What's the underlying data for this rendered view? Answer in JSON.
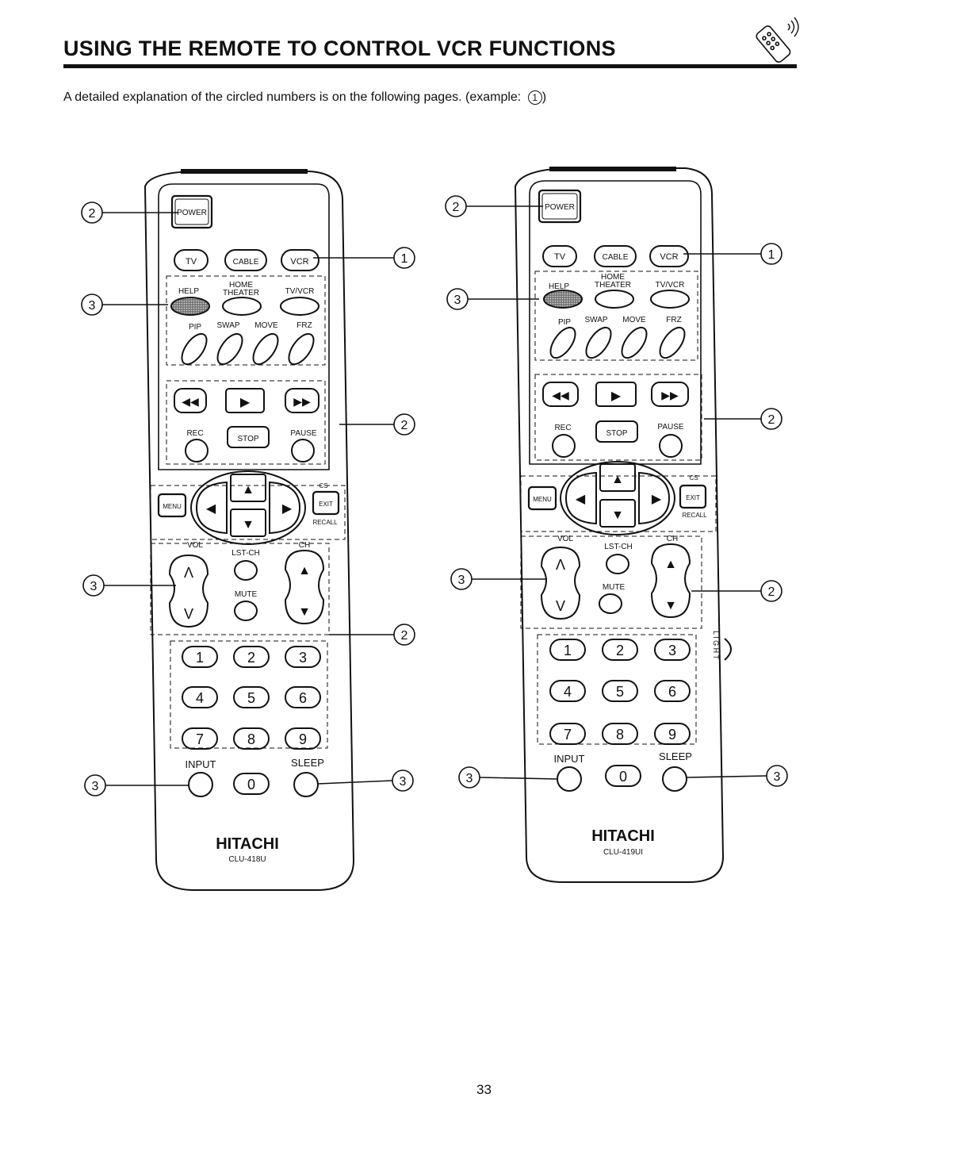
{
  "header": {
    "title": "USING THE REMOTE TO CONTROL VCR FUNCTIONS",
    "intro": "A detailed explanation of the circled numbers is on the following pages. (example: ",
    "example_num": "1",
    "intro_end": ")"
  },
  "header_icon": "remote-control-icon",
  "remotes": [
    {
      "brand": "HITACHI",
      "model": "CLU-418U",
      "labels": {
        "power": "POWER",
        "tv": "TV",
        "cable": "CABLE",
        "vcr": "VCR",
        "help": "HELP",
        "home": "HOME",
        "theater": "THEATER",
        "tvvcr": "TV/VCR",
        "pip": "PIP",
        "swap": "SWAP",
        "move": "MOVE",
        "frz": "FRZ",
        "rec": "REC",
        "stop": "STOP",
        "pause": "PAUSE",
        "menu": "MENU",
        "exit": "EXIT",
        "cs": "CS",
        "recall": "RECALL",
        "vol": "VOL",
        "lstch": "LST-CH",
        "mute": "MUTE",
        "ch": "CH",
        "n1": "1",
        "n2": "2",
        "n3": "3",
        "n4": "4",
        "n5": "5",
        "n6": "6",
        "n7": "7",
        "n8": "8",
        "n9": "9",
        "n0": "0",
        "input": "INPUT",
        "sleep": "SLEEP"
      },
      "callouts": [
        "2",
        "1",
        "3",
        "2",
        "3",
        "2",
        "3",
        "3"
      ]
    },
    {
      "brand": "HITACHI",
      "model": "CLU-419UI",
      "labels": {
        "power": "POWER",
        "tv": "TV",
        "cable": "CABLE",
        "vcr": "VCR",
        "help": "HELP",
        "home": "HOME",
        "theater": "THEATER",
        "tvvcr": "TV/VCR",
        "pip": "PIP",
        "swap": "SWAP",
        "move": "MOVE",
        "frz": "FRZ",
        "rec": "REC",
        "stop": "STOP",
        "pause": "PAUSE",
        "menu": "MENU",
        "exit": "EXIT",
        "cs": "CS",
        "recall": "RECALL",
        "vol": "VOL",
        "lstch": "LST-CH",
        "mute": "MUTE",
        "ch": "CH",
        "n1": "1",
        "n2": "2",
        "n3": "3",
        "n4": "4",
        "n5": "5",
        "n6": "6",
        "n7": "7",
        "n8": "8",
        "n9": "9",
        "n0": "0",
        "input": "INPUT",
        "sleep": "SLEEP",
        "light": "LIGHT"
      },
      "callouts": [
        "2",
        "1",
        "3",
        "2",
        "3",
        "2",
        "3",
        "3"
      ]
    }
  ],
  "page_number": "33"
}
